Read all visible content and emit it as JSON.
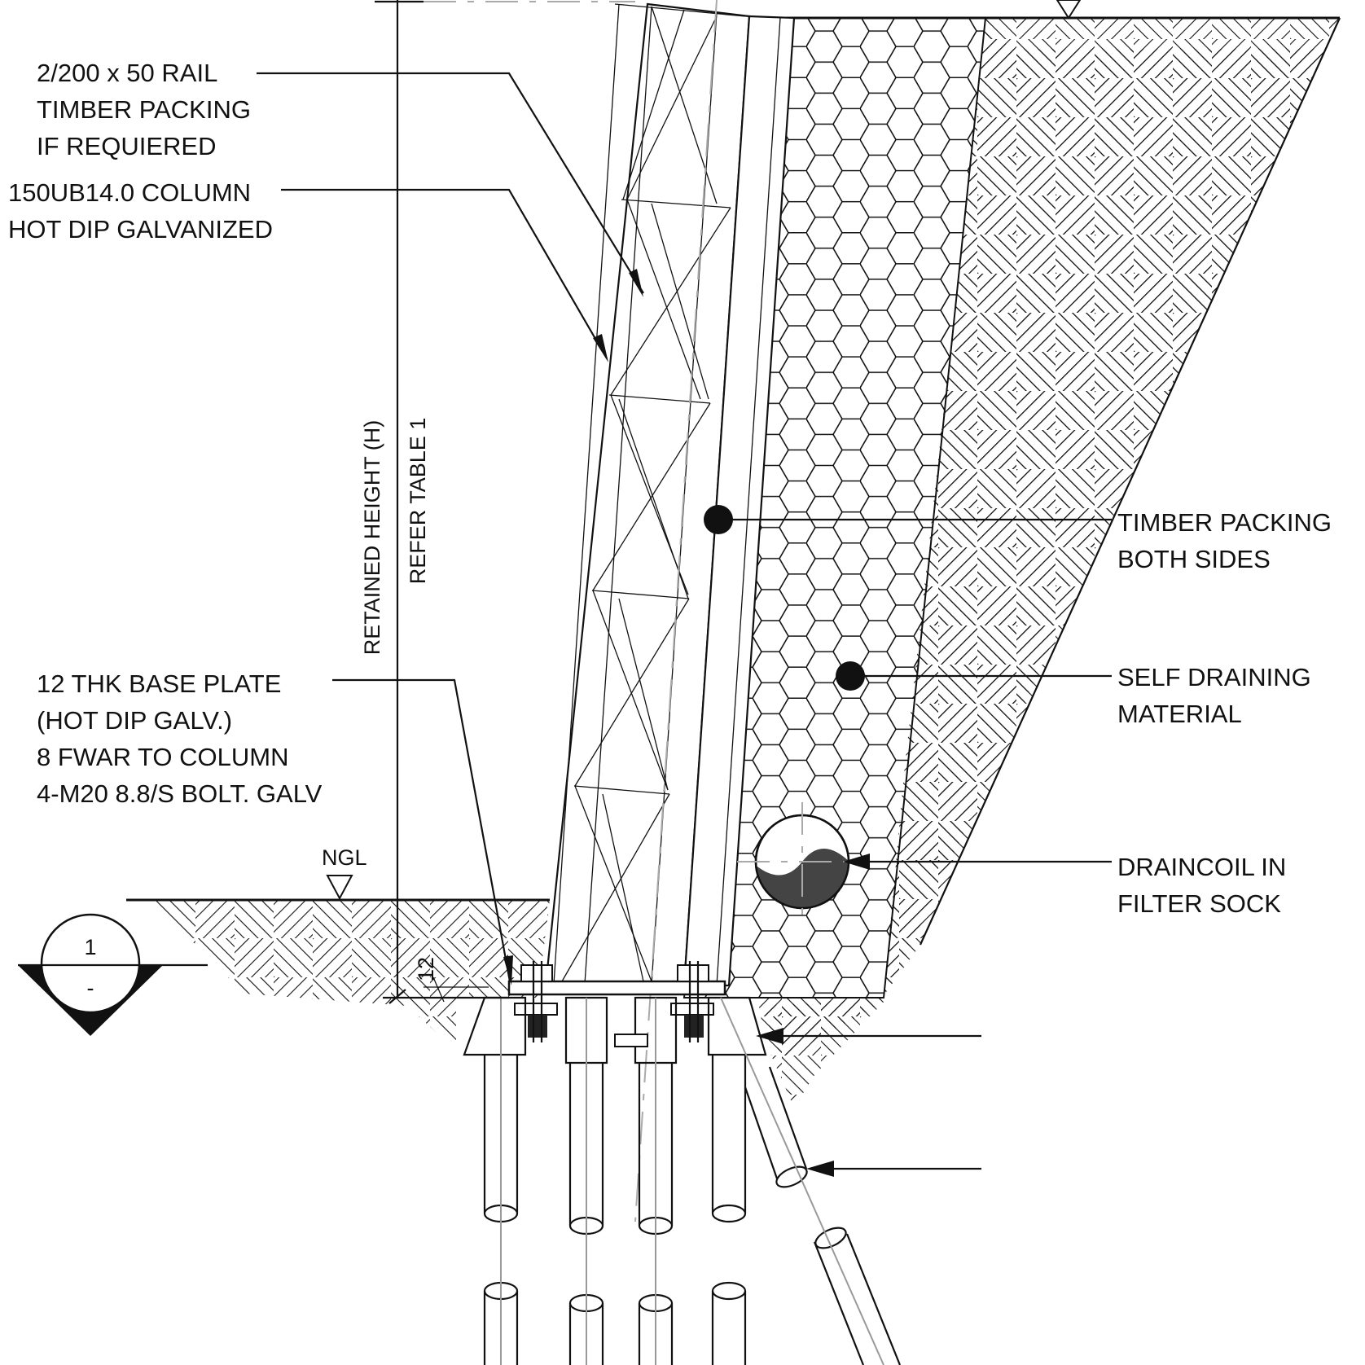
{
  "labels": {
    "rail": [
      "2/200 x 50 RAIL",
      "TIMBER PACKING",
      "IF REQUIERED"
    ],
    "column": [
      "150UB14.0 COLUMN",
      "HOT DIP GALVANIZED"
    ],
    "baseplate": [
      "12 THK BASE PLATE",
      "(HOT DIP GALV.)",
      "8 FWAR TO COLUMN",
      "4-M20 8.8/S BOLT. GALV"
    ],
    "packing": [
      "TIMBER PACKING",
      "BOTH SIDES"
    ],
    "drain_material": [
      "SELF DRAINING",
      "MATERIAL"
    ],
    "draincoil": [
      "DRAINCOIL IN",
      "FILTER SOCK"
    ],
    "retained_height": "RETAINED HEIGHT (H)",
    "refer_table": "REFER TABLE 1",
    "ngl": "NGL",
    "plate_dim": "12",
    "section_number": "1",
    "section_sheet": "-"
  },
  "colors": {
    "ink": "#111111",
    "centerline": "#aaaaaa",
    "paper": "#ffffff"
  }
}
